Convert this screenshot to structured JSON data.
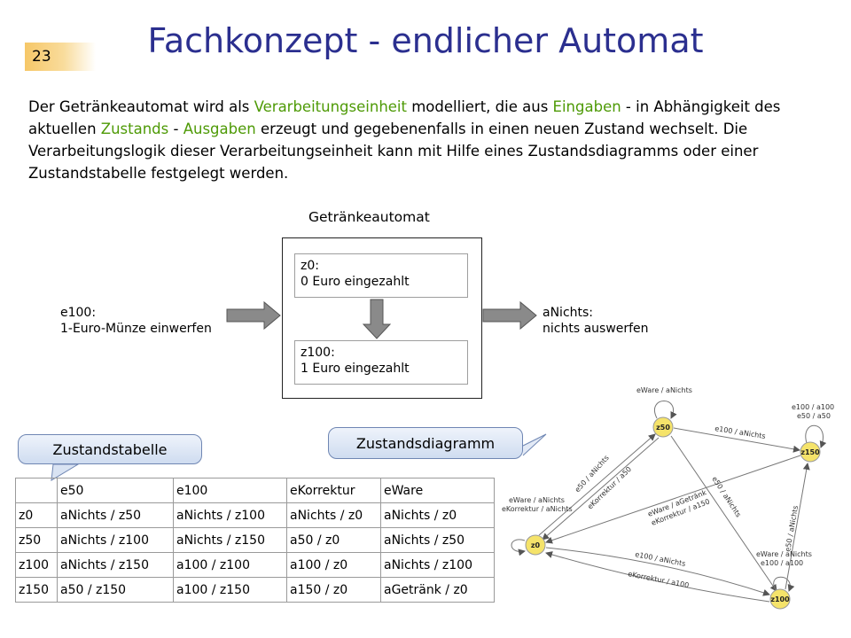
{
  "slide": {
    "page_number": "23",
    "title": "Fachkonzept - endlicher Automat",
    "paragraph": [
      {
        "t": "Der Getränkeautomat wird als ",
        "hl": false
      },
      {
        "t": "Verarbeitungseinheit",
        "hl": true
      },
      {
        "t": " modelliert, die aus ",
        "hl": false
      },
      {
        "t": "Eingaben",
        "hl": true
      },
      {
        "t": " - in Abhängigkeit des aktuellen ",
        "hl": false
      },
      {
        "t": "Zustands",
        "hl": true
      },
      {
        "t": " - ",
        "hl": false
      },
      {
        "t": "Ausgaben",
        "hl": true
      },
      {
        "t": " erzeugt und gegebenenfalls in einen neuen Zustand wechselt. Die Verarbeitungslogik dieser Verarbeitungseinheit kann mit Hilfe eines Zustandsdiagramms oder einer Zustandstabelle festgelegt werden.",
        "hl": false
      }
    ],
    "highlight_color": "#4e9a06",
    "title_color": "#2b2f8f"
  },
  "machine": {
    "label": "Getränkeautomat",
    "state_top": [
      "z0:",
      "0 Euro eingezahlt"
    ],
    "state_bottom": [
      "z100:",
      "1 Euro eingezahlt"
    ],
    "input": [
      "e100:",
      "1-Euro-Münze einwerfen"
    ],
    "output": [
      "aNichts:",
      "nichts auswerfen"
    ]
  },
  "callouts": {
    "table": "Zustandstabelle",
    "diagram": "Zustandsdiagramm"
  },
  "table": {
    "header": [
      "",
      "e50",
      "e100",
      "eKorrektur",
      "eWare"
    ],
    "rows": [
      [
        "z0",
        "aNichts / z50",
        "aNichts / z100",
        "aNichts / z0",
        "aNichts / z0"
      ],
      [
        "z50",
        "aNichts / z100",
        "aNichts / z150",
        "a50 / z0",
        "aNichts / z50"
      ],
      [
        "z100",
        "aNichts / z150",
        "a100 / z100",
        "a100 / z0",
        "aNichts / z100"
      ],
      [
        "z150",
        "a50 / z150",
        "a100 / z150",
        "a150 / z0",
        "aGetränk / z0"
      ]
    ]
  },
  "state_diagram": {
    "states": [
      "z0",
      "z50",
      "z100",
      "z150"
    ],
    "node_color": "#f5e36a",
    "labels": {
      "z50_self": "eWare / aNichts",
      "z150_self": [
        "e100 / a100",
        "e50 / a50"
      ],
      "z0_self": [
        "eWare / aNichts",
        "eKorrektur / aNichts"
      ],
      "z100_self": [
        "eWare / aNichts",
        "e100 / a100"
      ],
      "z50_z150": "e100 / aNichts",
      "z0_z50": "e50 / aNichts",
      "z50_z0": "eKorrektur / a50",
      "z150_z0": [
        "eWare / aGetränk",
        "eKorrektur / a150"
      ],
      "z50_z100": "e50 / aNichts",
      "z100_z150": "e50 / aNichts",
      "z0_z100": "e100 / aNichts",
      "z100_z0": "eKorrektur / a100"
    }
  }
}
